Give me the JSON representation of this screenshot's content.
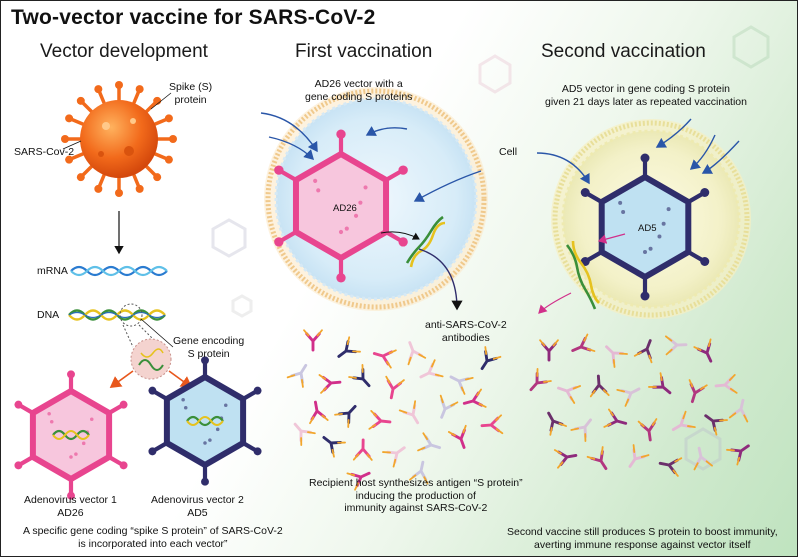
{
  "title": "Two-vector vaccine for SARS-CoV-2",
  "sections": {
    "vector_development": "Vector development",
    "first_vaccination": "First vaccination",
    "second_vaccination": "Second vaccination"
  },
  "labels": {
    "spike_line1": "Spike (S)",
    "spike_line2": "protein",
    "sars_cov_2": "SARS-Cov-2",
    "mrna": "mRNA",
    "dna": "DNA",
    "gene_line1": "Gene encoding",
    "gene_line2": "S protein",
    "ad26_vector_line1": "AD26 vector with a",
    "ad26_vector_line2": "gene coding S proteins",
    "ad5_vector_line1": "AD5 vector in gene coding S protein",
    "ad5_vector_line2": "given 21 days later as repeated vaccination",
    "cell": "Cell",
    "ad26": "AD26",
    "ad5": "AD5",
    "antibodies_line1": "anti-SARS-CoV-2",
    "antibodies_line2": "antibodies",
    "adeno1_line1": "Adenovirus vector 1",
    "adeno1_line2": "AD26",
    "adeno2_line1": "Adenovirus vector 2",
    "adeno2_line2": "AD5",
    "footer_left_line1": "A specific gene coding “spike S protein” of SARS-CoV-2",
    "footer_left_line2": "is incorporated into each vector”",
    "recipient_line1": "Recipient host synthesizes antigen “S protein”",
    "recipient_line2": "inducing the production of",
    "recipient_line3": "immunity against SARS-CoV-2",
    "footer_right_line1": "Second vaccine still produces S protein to boost immunity,",
    "footer_right_line2": "averting immune response against vector itself"
  },
  "colors": {
    "ad26_pink": "#e8458f",
    "ad26_fill": "#f7c6dd",
    "ad5_navy": "#2f2d6b",
    "ad5_fill": "#bfe1f2",
    "virus_orange": "#f26a1b",
    "arrow_blue": "#2a56a8",
    "arrow_orange": "#e8571c"
  }
}
